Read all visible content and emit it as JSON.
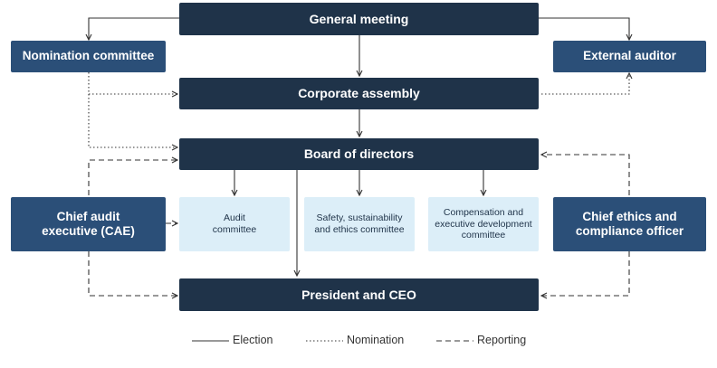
{
  "boxes": {
    "general_meeting": "General meeting",
    "nomination_committee": "Nomination committee",
    "external_auditor": "External auditor",
    "corporate_assembly": "Corporate assembly",
    "board_of_directors": "Board of directors",
    "chief_audit_executive": "Chief audit executive (CAE)",
    "audit_committee": "Audit committee",
    "safety_committee": "Safety, sustainability and ethics committee",
    "compensation_committee": "Compensation and executive development committee",
    "chief_ethics_officer": "Chief ethics and compliance officer",
    "president_ceo": "President and CEO"
  },
  "legend": {
    "election": "Election",
    "nomination": "Nomination",
    "reporting": "Reporting"
  },
  "colors": {
    "dark_box": "#1f3349",
    "mid_box": "#2b4f78",
    "light_box": "#dceef8",
    "line": "#333333"
  }
}
